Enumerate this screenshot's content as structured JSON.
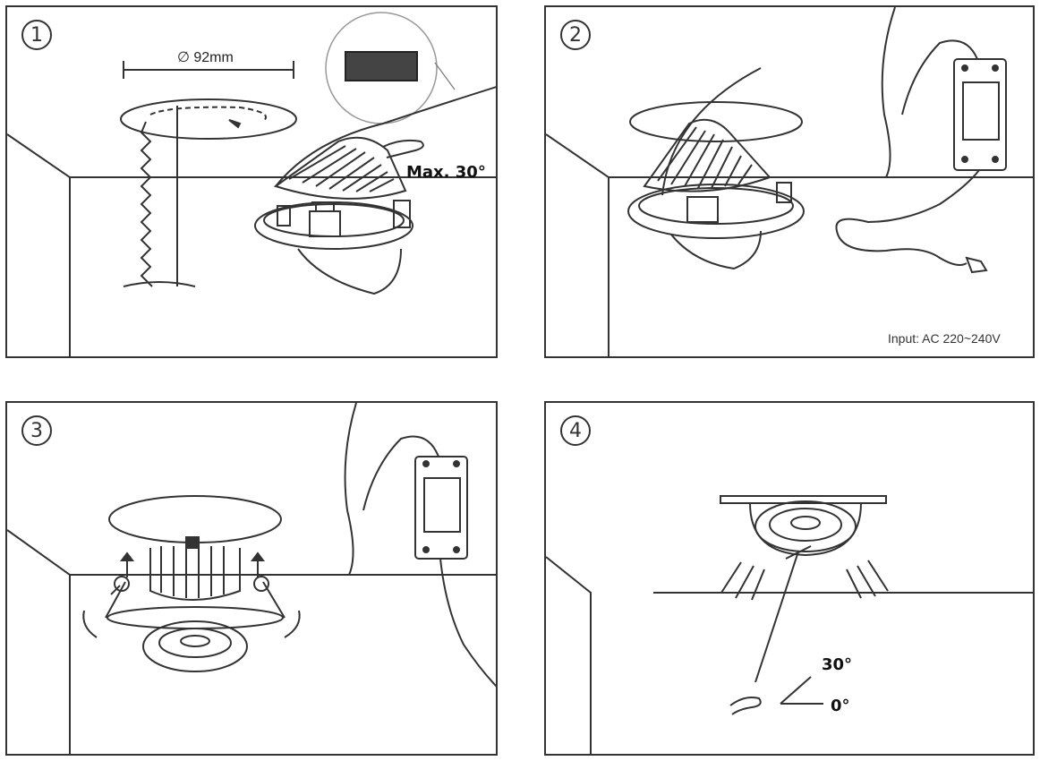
{
  "panels": [
    {
      "number": "1",
      "labels": {
        "diameter": "∅ 92mm",
        "max_angle": "Max. 30°"
      }
    },
    {
      "number": "2",
      "labels": {
        "input": "Input: AC 220~240V"
      }
    },
    {
      "number": "3",
      "labels": {}
    },
    {
      "number": "4",
      "labels": {
        "angle_30": "30°",
        "angle_0": "0°"
      }
    }
  ],
  "colors": {
    "line": "#333333",
    "background": "#ffffff"
  }
}
